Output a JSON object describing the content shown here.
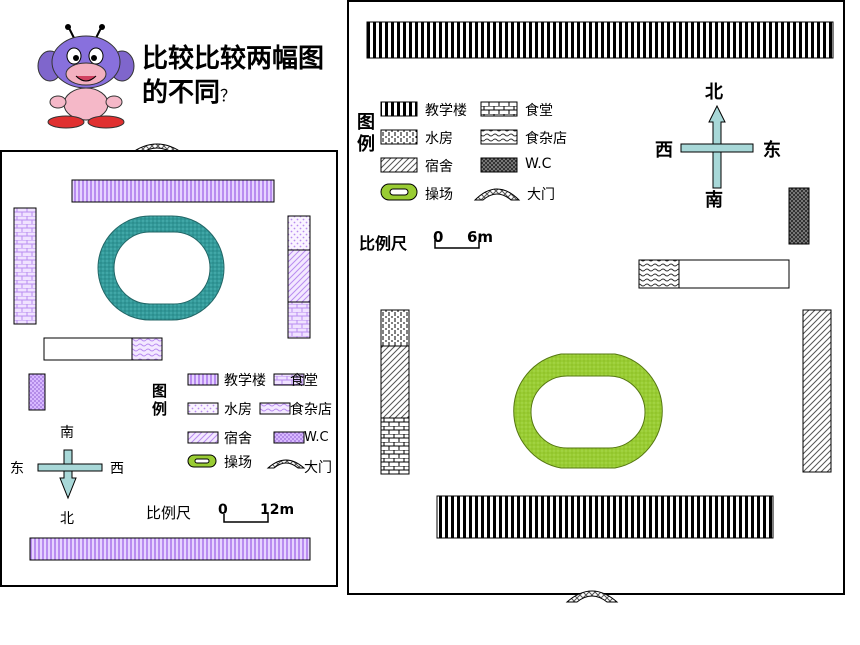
{
  "title": {
    "line1": "比较比较两幅图",
    "line2": "的不同",
    "mark": "？"
  },
  "left_map": {
    "legend_title": "图例",
    "legend": {
      "classroom": "教学楼",
      "canteen": "食堂",
      "water": "水房",
      "store": "食杂店",
      "dorm": "宿舍",
      "wc": "W.C",
      "field": "操场",
      "gate": "大门"
    },
    "compass": {
      "top": "南",
      "bottom": "北",
      "left": "东",
      "right": "西"
    },
    "scale": {
      "label": "比例尺",
      "zero": "0",
      "value": "12m"
    }
  },
  "right_map": {
    "legend_title": "图例",
    "legend": {
      "classroom": "教学楼",
      "canteen": "食堂",
      "water": "水房",
      "store": "食杂店",
      "dorm": "宿舍",
      "wc": "W.C",
      "field": "操场",
      "gate": "大门"
    },
    "compass": {
      "top": "北",
      "bottom": "南",
      "left": "西",
      "right": "东"
    },
    "scale": {
      "label": "比例尺",
      "zero": "0",
      "value": "6m"
    }
  },
  "colors": {
    "left_purple": "#cc99ff",
    "left_field": "#339999",
    "right_field": "#99cc33",
    "right_wc": "#666666"
  }
}
